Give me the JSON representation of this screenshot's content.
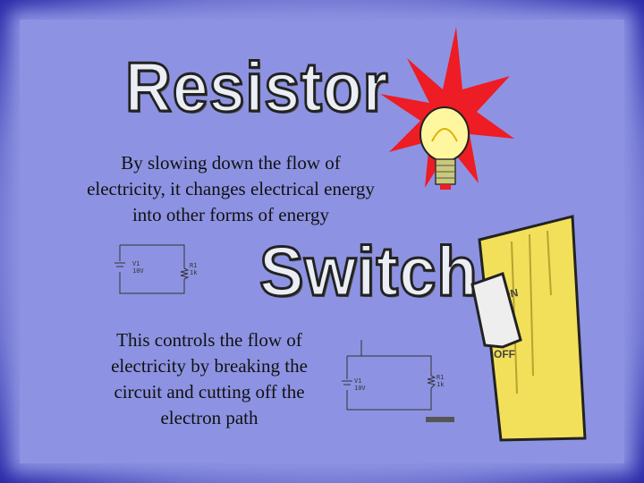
{
  "resistor": {
    "title": "Resistor",
    "description": "By slowing down the flow of electricity, it changes electrical energy into other forms of energy",
    "circuit": {
      "source_label": "V1",
      "source_value": "10V",
      "resistor_label": "R1",
      "resistor_value": "1k"
    }
  },
  "switch": {
    "title": "Switch",
    "description": "This controls the flow of electricity by breaking the circuit and cutting off the electron path",
    "circuit": {
      "source_label": "V1",
      "source_value": "10V",
      "resistor_label": "R1",
      "resistor_value": "1k"
    },
    "clipart": {
      "on_label": "ON",
      "off_label": "OFF"
    }
  },
  "colors": {
    "background": "#8d93e2",
    "frame": "#1a1a8c",
    "burst": "#ee1c24",
    "bulb": "#fff7a0",
    "switch_plate": "#f2e05a"
  }
}
